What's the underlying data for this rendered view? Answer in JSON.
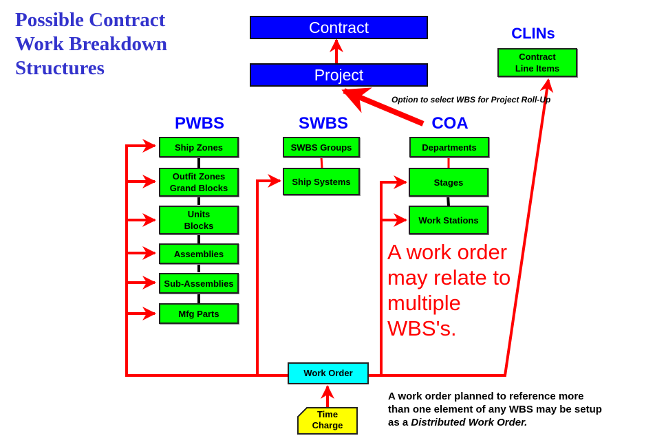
{
  "title": {
    "lines": [
      "Possible Contract",
      "Work Breakdown",
      "Structures"
    ]
  },
  "top": {
    "contract": "Contract",
    "project": "Project",
    "rollup_note": "Option to select WBS for Project Roll-Up"
  },
  "clins": {
    "heading": "CLINs",
    "box": [
      "Contract",
      "Line Items"
    ]
  },
  "pwbs": {
    "heading": "PWBS",
    "items": [
      [
        "Ship Zones"
      ],
      [
        "Outfit Zones",
        "Grand Blocks"
      ],
      [
        "Units",
        "Blocks"
      ],
      [
        "Assemblies"
      ],
      [
        "Sub-Assemblies"
      ],
      [
        "Mfg Parts"
      ]
    ]
  },
  "swbs": {
    "heading": "SWBS",
    "items": [
      [
        "SWBS Groups"
      ],
      [
        "Ship Systems"
      ]
    ]
  },
  "coa": {
    "heading": "COA",
    "items": [
      [
        "Departments"
      ],
      [
        "Stages"
      ],
      [
        "Work Stations"
      ]
    ]
  },
  "work_order": "Work Order",
  "time_charge": [
    "Time",
    "Charge"
  ],
  "callout": [
    "A work order",
    "may relate to",
    "multiple",
    "WBS's."
  ],
  "footnote": {
    "line1": "A work order planned  to reference more",
    "line2": "than one element of any WBS may be setup",
    "line3_prefix": "as a ",
    "line3_italic": "Distributed Work Order."
  },
  "colors": {
    "arrow": "#ff0000",
    "node": "#00ff00",
    "top_node": "#0000ff",
    "work_order": "#00ffff",
    "time_charge": "#ffff00",
    "title": "#3333cc",
    "heading": "#0000ff"
  }
}
